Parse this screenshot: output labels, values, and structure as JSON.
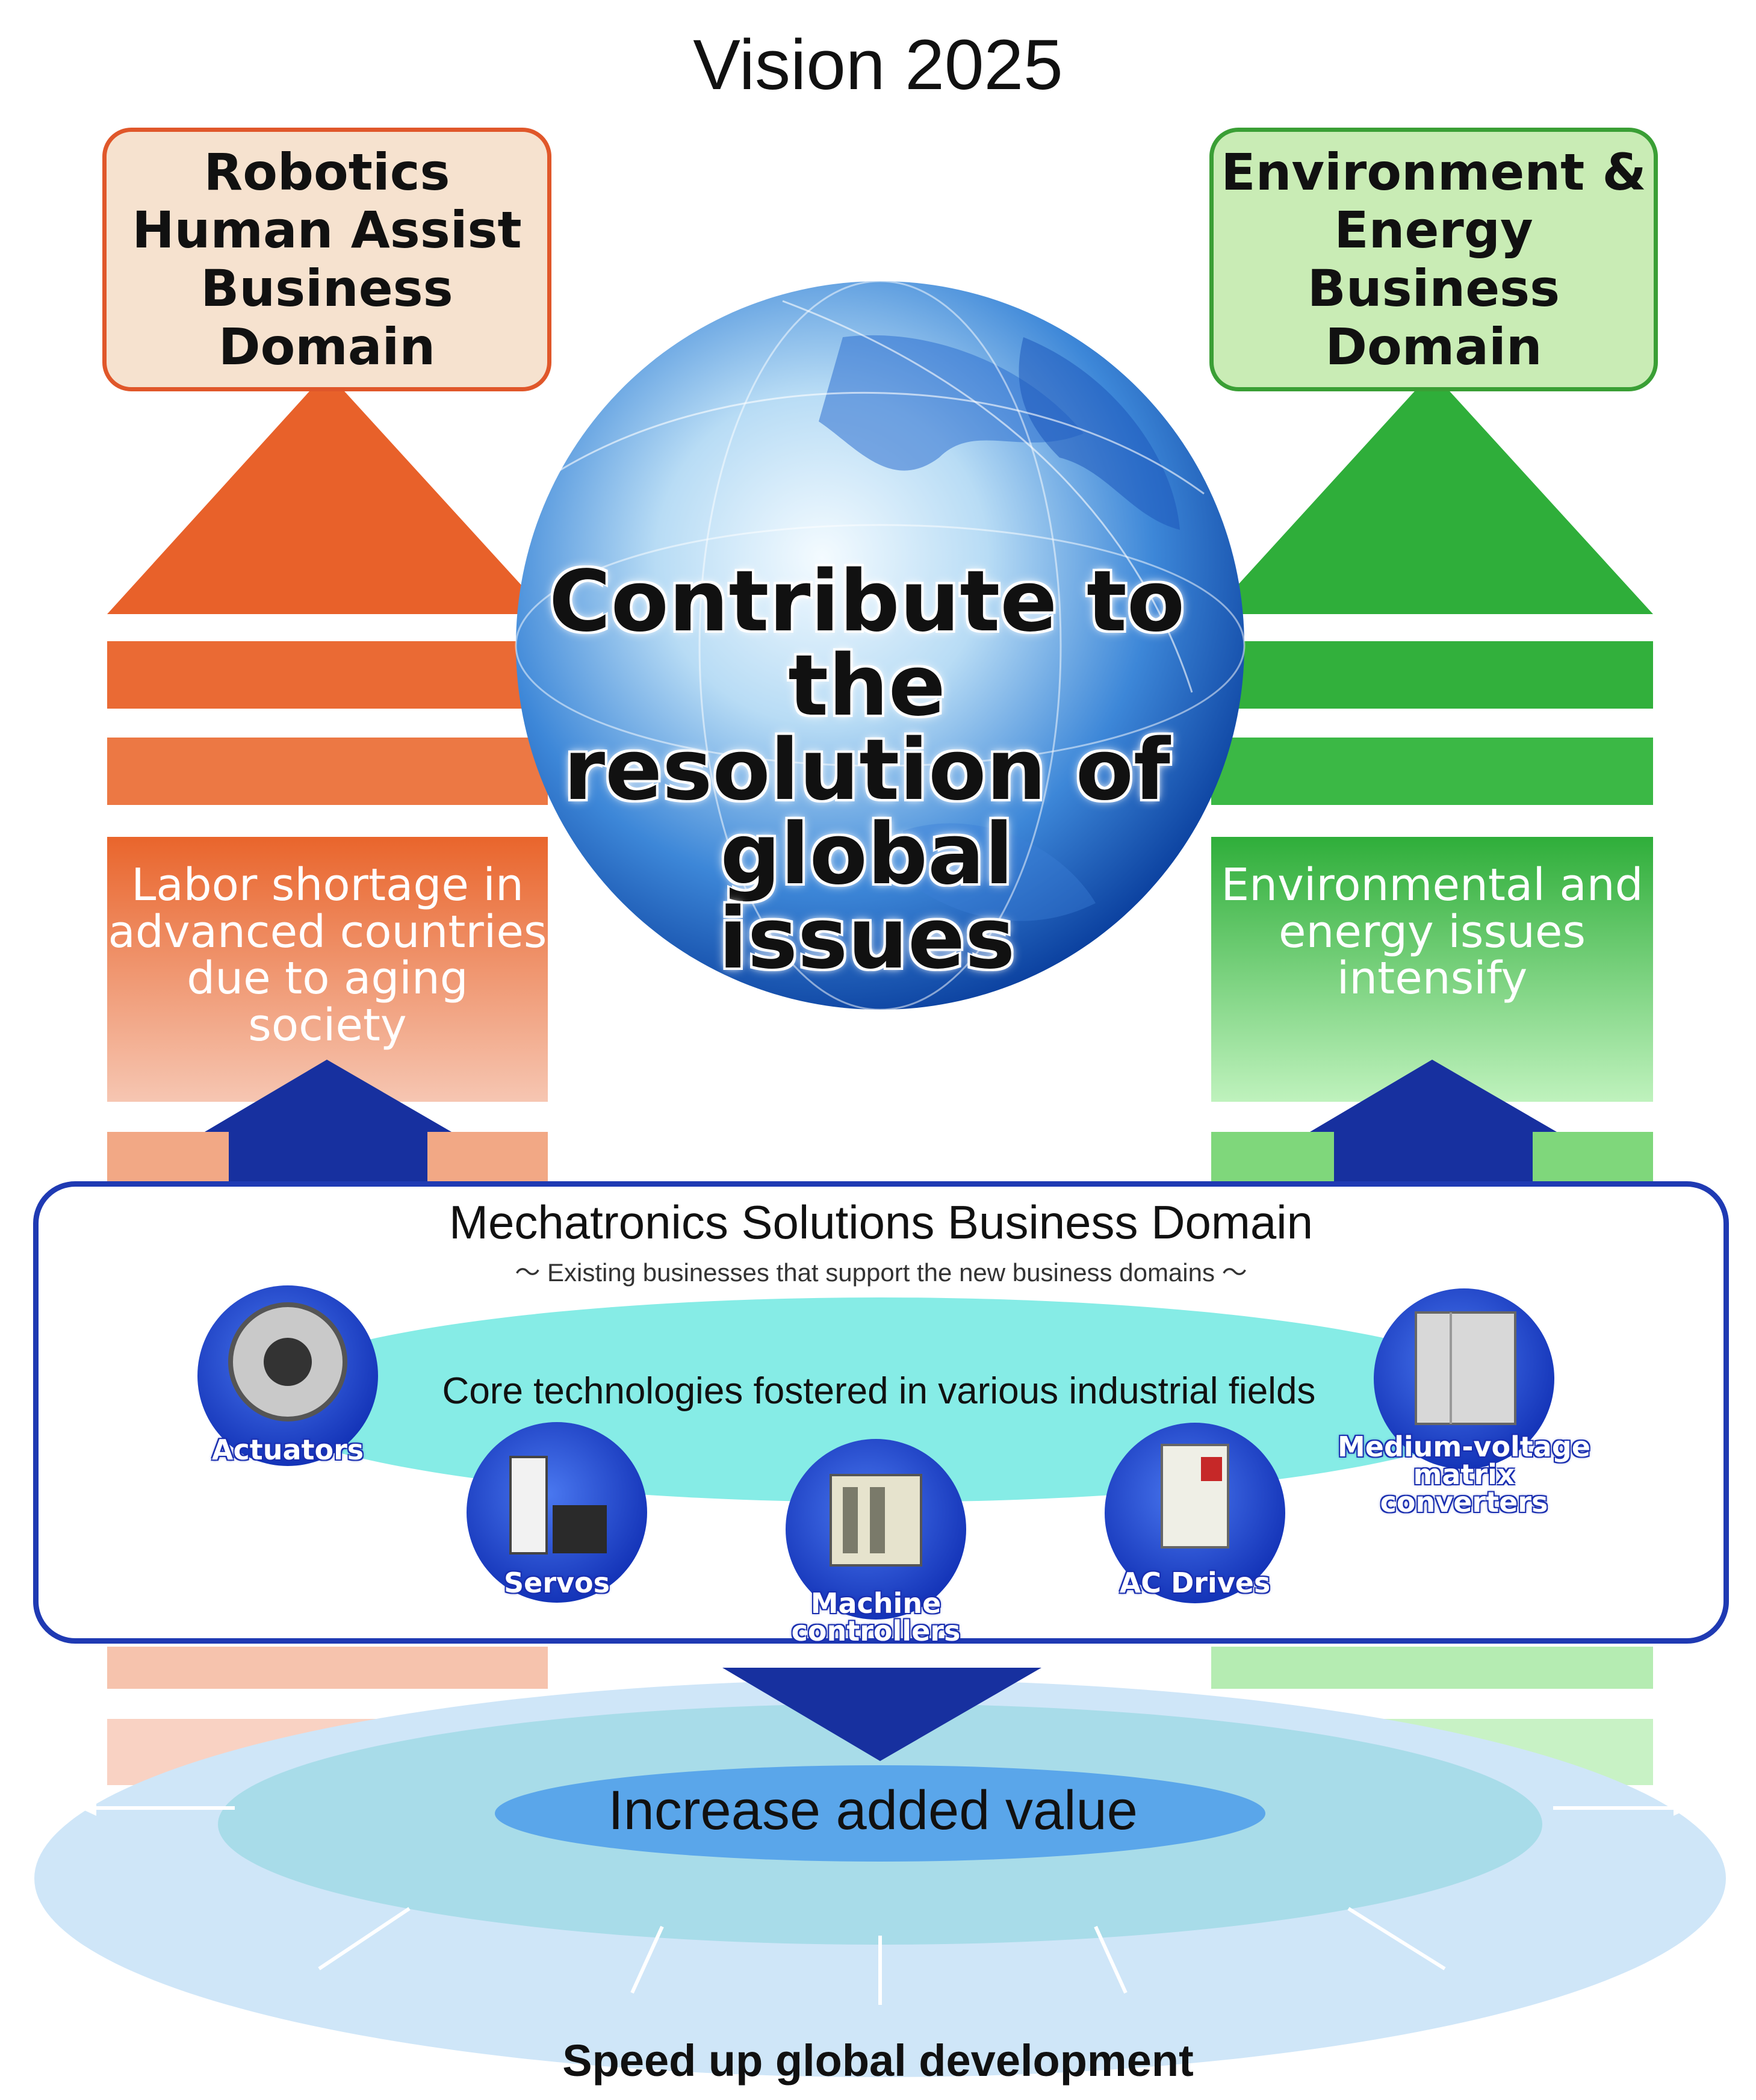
{
  "title": "Vision 2025",
  "domains": {
    "robotics": {
      "lines": [
        "Robotics",
        "Human Assist",
        "Business Domain"
      ],
      "issue_lines": [
        "Labor shortage in",
        "advanced countries",
        "due to aging society"
      ]
    },
    "environment": {
      "lines": [
        "Environment &",
        "Energy",
        "Business Domain"
      ],
      "issue_lines": [
        "Environmental and",
        "energy issues",
        "intensify"
      ]
    }
  },
  "globe_lines": [
    "Contribute to the",
    "resolution of global",
    "issues"
  ],
  "mechatronics": {
    "title": "Mechatronics Solutions Business Domain",
    "subtitle": "～ Existing businesses that support the new business domains ～",
    "core_text": "Core technologies fostered in various industrial fields",
    "products": [
      {
        "lines": [
          "Actuators"
        ]
      },
      {
        "lines": [
          "Servos"
        ]
      },
      {
        "lines": [
          "Machine controllers"
        ]
      },
      {
        "lines": [
          "AC Drives"
        ]
      },
      {
        "lines": [
          "Medium-voltage",
          "matrix converters"
        ]
      }
    ]
  },
  "added_value": "Increase added value",
  "speed_up": "Speed up global development",
  "colors": {
    "orange_dark": "#e8612a",
    "orange_light": "#f2a27e",
    "green_dark": "#2fae3a",
    "green_light": "#8fdc8c",
    "navy": "#17309f",
    "blue": "#2a55d8",
    "cyan": "#7fe9e6"
  }
}
